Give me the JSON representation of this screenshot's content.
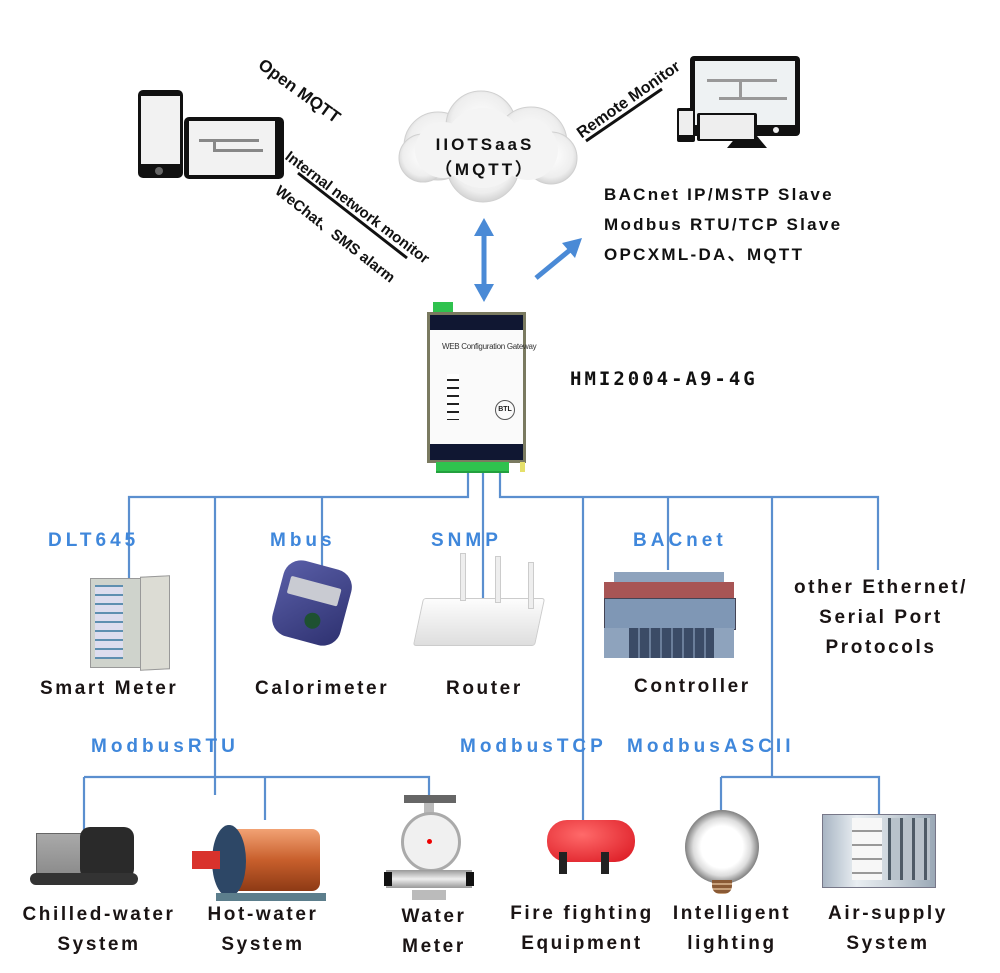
{
  "diagram": {
    "top": {
      "cloud": {
        "line1": "IIOTSaaS",
        "line2": "（MQTT）"
      },
      "mobile_links": {
        "open_mqtt": "Open MQTT",
        "internal_monitor": "Internal network monitor",
        "alarm": "WeChat、SMS alarm"
      },
      "remote_monitor": "Remote Monitor",
      "slave_protocols": [
        "BACnet IP/MSTP Slave",
        "Modbus RTU/TCP Slave",
        "OPCXML-DA、MQTT"
      ]
    },
    "gateway": {
      "model": "HMI2004-A9-4G",
      "panel_title": "WEB Configuration Gateway",
      "badge": "BTL"
    },
    "devices_row1": [
      {
        "protocol": "DLT645",
        "name": "Smart Meter"
      },
      {
        "protocol": "Mbus",
        "name": "Calorimeter"
      },
      {
        "protocol": "SNMP",
        "name": "Router"
      },
      {
        "protocol": "BACnet",
        "name": "Controller"
      },
      {
        "protocol": "",
        "name_lines": [
          "other Ethernet/",
          "Serial Port",
          "Protocols"
        ]
      }
    ],
    "bus_protocols": {
      "rtu": "ModbusRTU",
      "tcp": "ModbusTCP",
      "ascii": "ModbusASCII"
    },
    "devices_row2": [
      {
        "name_lines": [
          "Chilled-water",
          "System"
        ]
      },
      {
        "name_lines": [
          "Hot-water",
          "System"
        ]
      },
      {
        "name_lines": [
          "Water",
          "Meter"
        ]
      },
      {
        "name_lines": [
          "Fire fighting",
          "Equipment"
        ]
      },
      {
        "name_lines": [
          "Intelligent",
          "lighting"
        ]
      },
      {
        "name_lines": [
          "Air-supply",
          "System"
        ]
      }
    ],
    "colors": {
      "wire": "#5b8fcf",
      "protocol_text": "#3f87db",
      "arrow": "#4a8ad6",
      "terminal": "#2fc24e"
    }
  }
}
